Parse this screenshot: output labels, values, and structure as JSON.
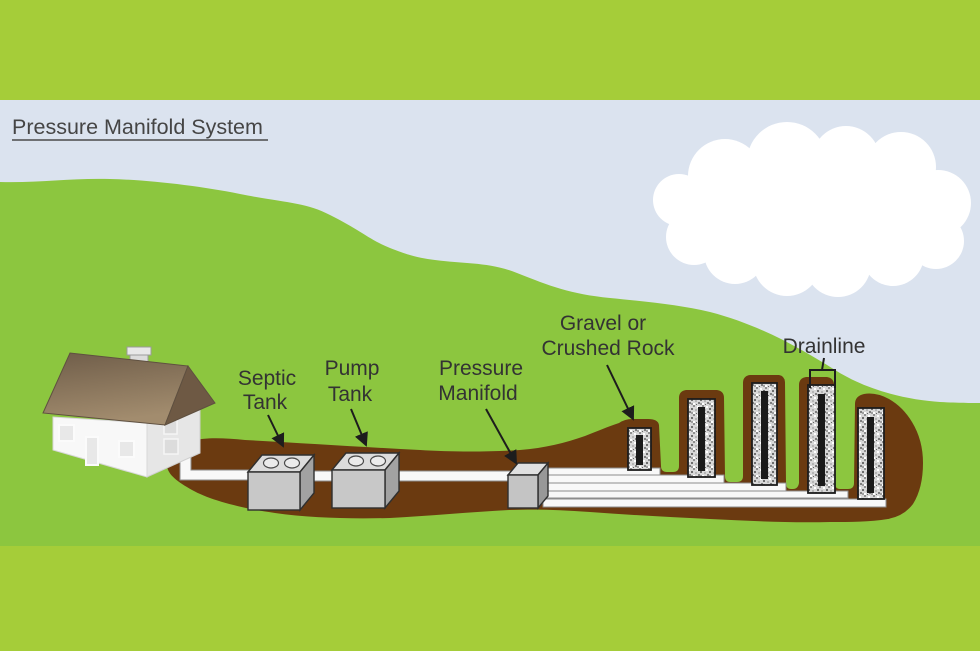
{
  "title": "Pressure Manifold System",
  "labels": {
    "septic_tank": {
      "line1": "Septic",
      "line2": "Tank"
    },
    "pump_tank": {
      "line1": "Pump",
      "line2": "Tank"
    },
    "pressure_manifold": {
      "line1": "Pressure",
      "line2": "Manifold"
    },
    "gravel": {
      "line1": "Gravel or",
      "line2": "Crushed Rock"
    },
    "drainline": {
      "line1": "Drainline"
    }
  },
  "components": [
    {
      "name": "house"
    },
    {
      "name": "septic-tank",
      "label": "Septic Tank"
    },
    {
      "name": "pump-tank",
      "label": "Pump Tank"
    },
    {
      "name": "pressure-manifold",
      "label": "Pressure Manifold"
    },
    {
      "name": "gravel-trenches",
      "label": "Gravel or Crushed Rock",
      "count": 5
    },
    {
      "name": "drainlines",
      "label": "Drainline",
      "count": 5
    },
    {
      "name": "lateral-pipes",
      "count": 5
    },
    {
      "name": "soil-mound"
    },
    {
      "name": "cloud"
    },
    {
      "name": "hillside"
    }
  ],
  "colors": {
    "border_green": "#A5CD39",
    "grass_green": "#8CC63F",
    "sky_blue": "#DBE3EF",
    "cloud_white": "#FFFFFF",
    "soil_brown": "#6B3A10",
    "tank_gray": "#C8C8C8",
    "pipe_white": "#F8F8F8",
    "gravel_gray": "#D8D8D8",
    "drainpipe_black": "#1A1A1A",
    "roof_brown": "#84705A",
    "label_text": "#333333",
    "title_text": "#454545"
  }
}
